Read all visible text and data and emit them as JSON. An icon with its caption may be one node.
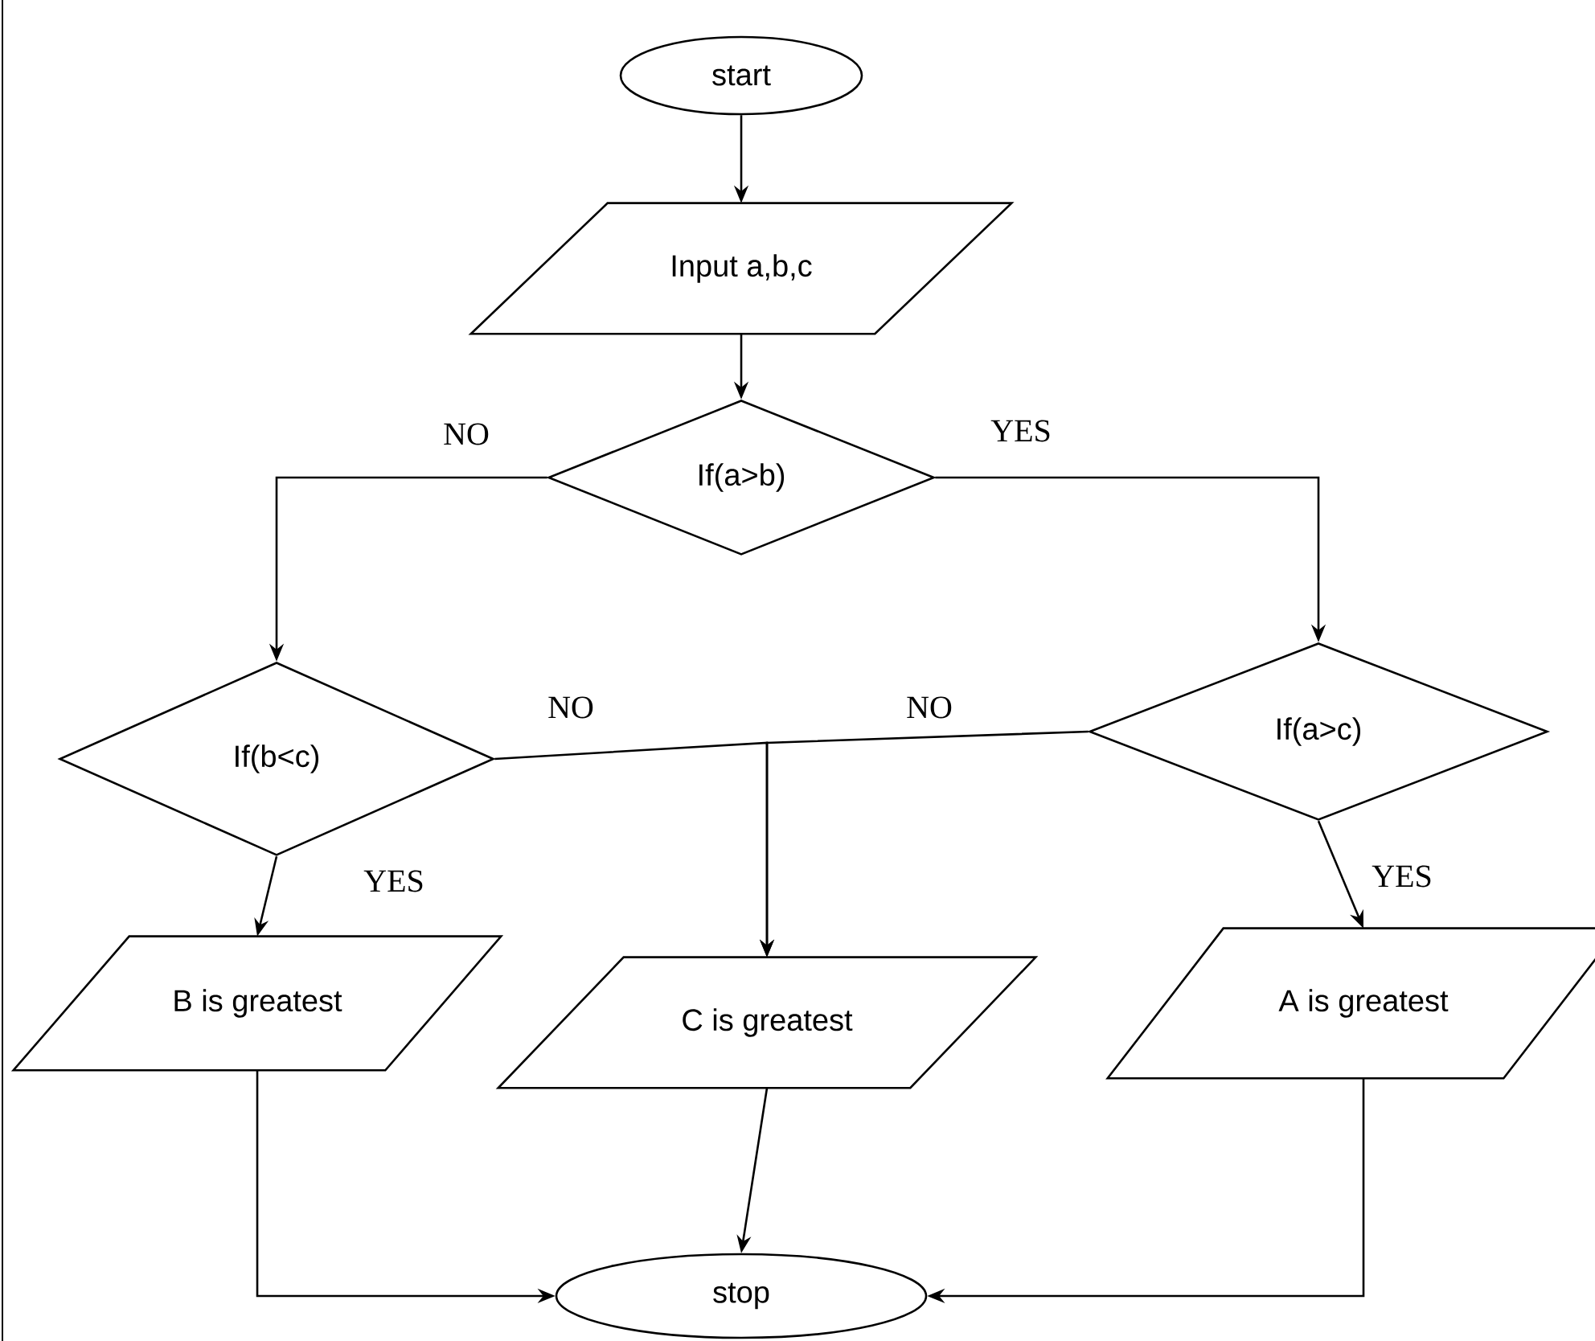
{
  "diagram": {
    "nodes": [
      {
        "text": [
          "start"
        ]
      },
      {
        "text": [
          "Input a,b,c"
        ]
      },
      {
        "text": [
          "If(a>b)"
        ]
      },
      {
        "text": [
          "If(b<c)"
        ]
      },
      {
        "text": [
          "If(a>c)"
        ]
      },
      {
        "text": [
          "B is greatest"
        ]
      },
      {
        "text": [
          "C is greatest"
        ]
      },
      {
        "text": [
          "A is greatest"
        ]
      },
      {
        "text": [
          "stop"
        ]
      }
    ],
    "edges": [
      {
        "from": 0,
        "to": 1,
        "arrow": "to"
      },
      {
        "from": 1,
        "to": 2,
        "arrow": "to"
      },
      {
        "from": 2,
        "to": 3,
        "arrow": "to",
        "label": "NO"
      },
      {
        "from": 2,
        "to": 4,
        "arrow": "to",
        "label": "YES"
      },
      {
        "from": 3,
        "to": 6,
        "arrow": "to",
        "label": "NO"
      },
      {
        "from": 4,
        "to": 6,
        "arrow": "to",
        "label": "NO"
      },
      {
        "from": 3,
        "to": 5,
        "arrow": "to",
        "label": "YES"
      },
      {
        "from": 4,
        "to": 7,
        "arrow": "to",
        "label": "YES"
      },
      {
        "from": 5,
        "to": 8,
        "arrow": "to"
      },
      {
        "from": 6,
        "to": 8,
        "arrow": "to"
      },
      {
        "from": 7,
        "to": 8,
        "arrow": "to"
      }
    ]
  }
}
